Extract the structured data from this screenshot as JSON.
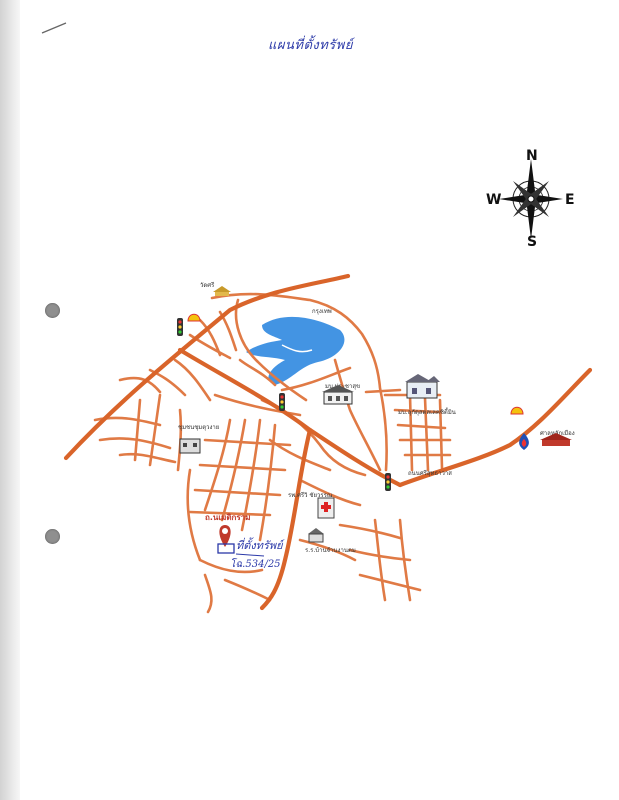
{
  "page": {
    "title": "แผนที่ตั้งทรัพย์"
  },
  "compass": {
    "n": "N",
    "s": "S",
    "e": "E",
    "w": "W"
  },
  "labels": {
    "temple": "วัดศรี",
    "lake": "กรุงเทพ",
    "village1": "มบ.ประชาสุข",
    "village2": "มบ.ลุกัดุสตลเลคซิตี้มิน",
    "community": "ชุมชนชุมตุวงาย",
    "hospital": "รพ.ศรีวิ ชัยวรรณ",
    "school": "ร.ร.บ้านจำนงานตม",
    "road_right": "ถนนศรีสุทธาวาส",
    "shrine": "ศาลหลักเมือง",
    "subject": "ถ.นเมติกราม"
  },
  "handwritten": {
    "property": "ที่ตั้งทรัพย์",
    "deed": "โฉ.534/25"
  },
  "colors": {
    "road": "#e07a45",
    "main_road": "#d9642a",
    "lake": "#2f88e0",
    "ink": "#2b39a8",
    "pin": "#c0392b"
  }
}
